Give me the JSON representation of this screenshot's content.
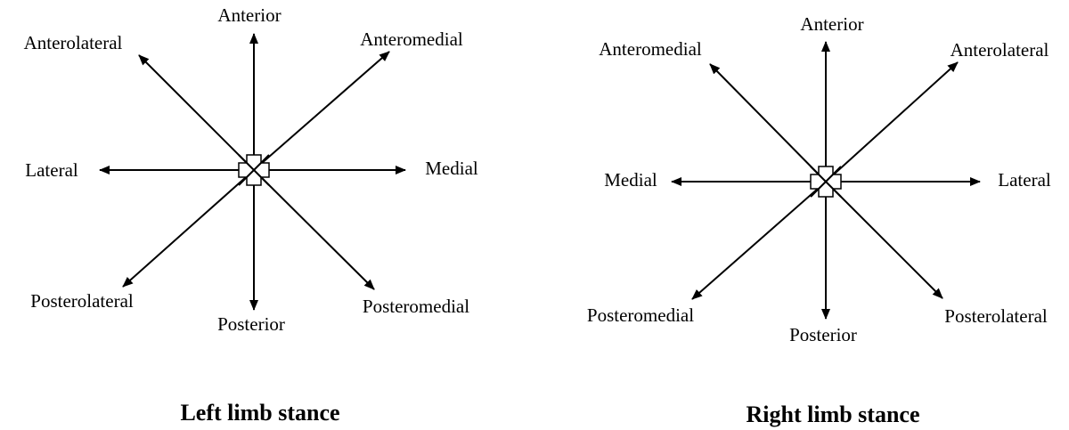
{
  "diagrams": [
    {
      "caption": "Left limb stance",
      "directions": {
        "n": "Anterior",
        "ne": "Anteromedial",
        "e": "Medial",
        "se": "Posteromedial",
        "s": "Posterior",
        "sw": "Posterolateral",
        "w": "Lateral",
        "nw": "Anterolateral"
      }
    },
    {
      "caption": "Right limb stance",
      "directions": {
        "n": "Anterior",
        "ne": "Anterolateral",
        "e": "Lateral",
        "se": "Posterolateral",
        "s": "Posterior",
        "sw": "Posteromedial",
        "w": "Medial",
        "nw": "Anteromedial"
      }
    }
  ]
}
